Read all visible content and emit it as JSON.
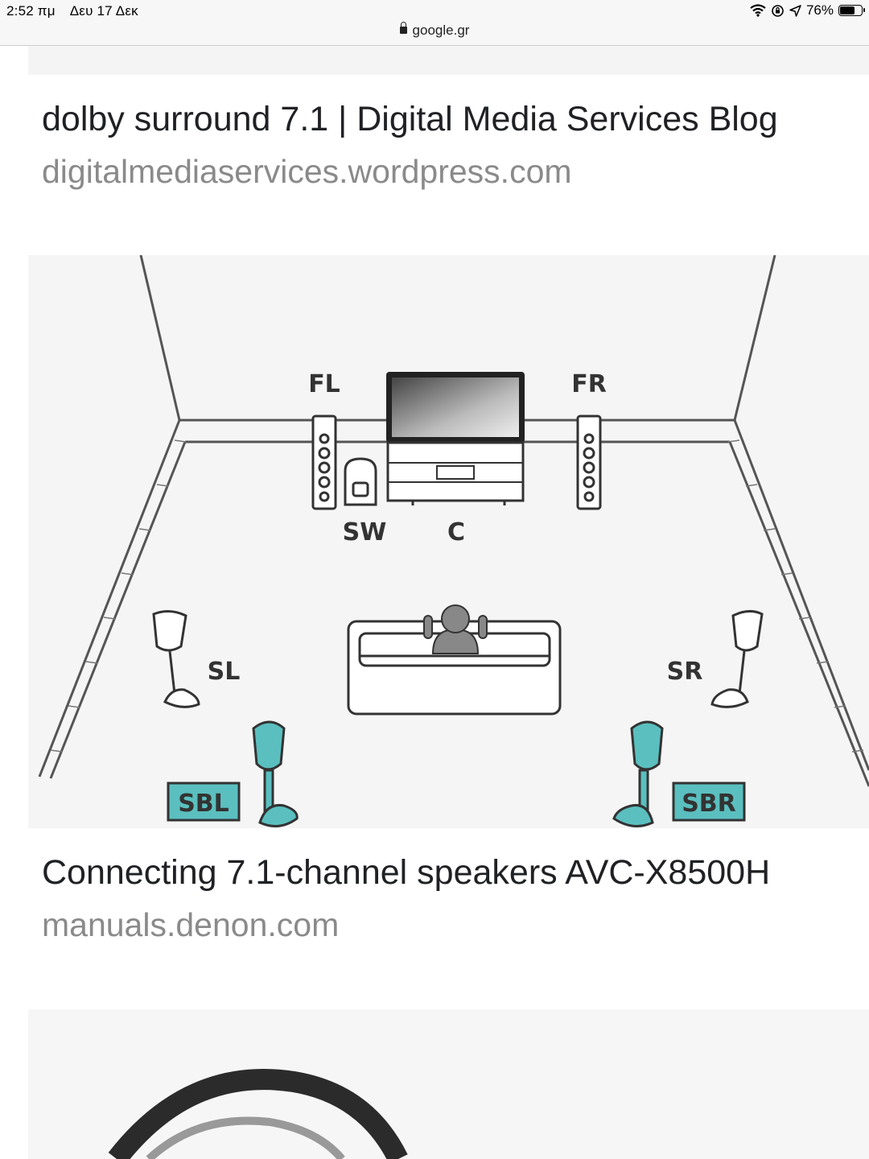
{
  "status_bar": {
    "time": "2:52 πμ",
    "date": "Δευ 17 Δεκ",
    "battery": "76%",
    "battery_level": 0.76
  },
  "address_bar": {
    "domain": "google.gr"
  },
  "results": [
    {
      "title": "dolby surround 7.1 | Digital Media Services Blog",
      "site": "digitalmediaservices.wordpress.com"
    },
    {
      "title": "Connecting 7.1-channel speakers AVC-X8500H",
      "site": "manuals.denon.com",
      "image_labels": {
        "fl": "FL",
        "fr": "FR",
        "sw": "SW",
        "c": "C",
        "sl": "SL",
        "sr": "SR",
        "sbl": "SBL",
        "sbr": "SBR"
      }
    }
  ],
  "colors": {
    "surround_back_speaker": "#5bbfbf",
    "site_text": "#8a8a8a"
  }
}
